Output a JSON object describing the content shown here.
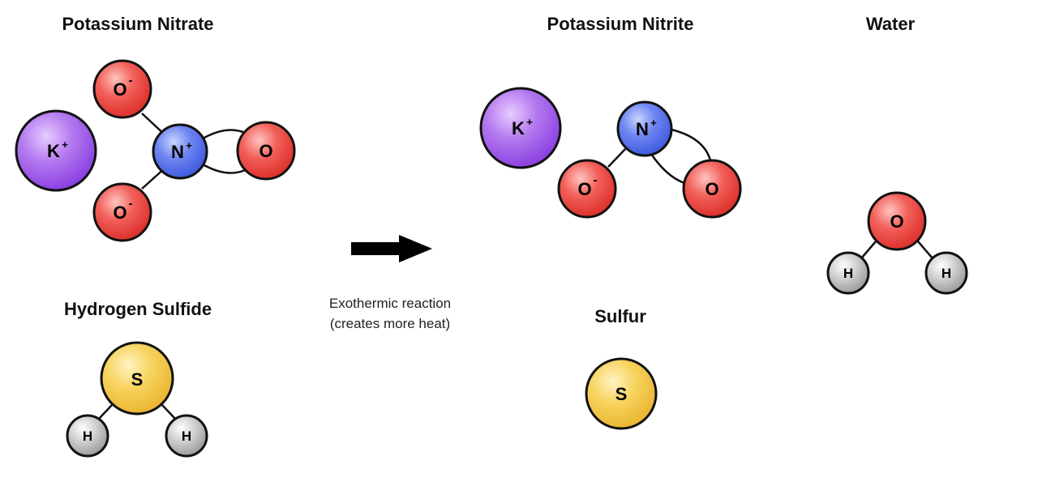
{
  "titles": {
    "potassium_nitrate": "Potassium Nitrate",
    "hydrogen_sulfide": "Hydrogen Sulfide",
    "potassium_nitrite": "Potassium Nitrite",
    "water": "Water",
    "sulfur": "Sulfur"
  },
  "reaction": {
    "caption_line1": "Exothermic reaction",
    "caption_line2": "(creates more heat)"
  },
  "atoms": {
    "potassium": {
      "symbol": "K",
      "charge": "+"
    },
    "nitrogen": {
      "symbol": "N",
      "charge": "+"
    },
    "oxygen_anion": {
      "symbol": "O",
      "charge": "-"
    },
    "oxygen": {
      "symbol": "O"
    },
    "hydrogen": {
      "symbol": "H"
    },
    "sulfur": {
      "symbol": "S"
    }
  },
  "colors": {
    "potassium": "#9b55e6",
    "nitrogen": "#4f6ee8",
    "oxygen": "#e8403a",
    "sulfur": "#f2c640",
    "hydrogen": "#b8b8b8",
    "arrow": "#000000"
  }
}
